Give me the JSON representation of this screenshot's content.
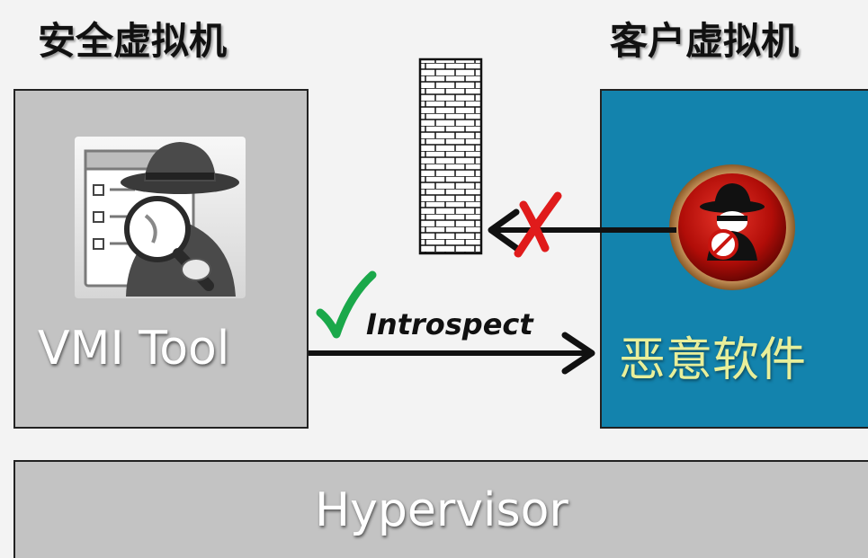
{
  "labels": {
    "security_vm_title": "安全虚拟机",
    "guest_vm_title": "客户虚拟机",
    "vmi_tool": "VMI Tool",
    "malware": "恶意软件",
    "introspect": "Introspect",
    "hypervisor": "Hypervisor"
  },
  "icons": {
    "vmi_tool_icon": "spy-with-magnifier-icon",
    "malware_icon": "spy-badge-icon",
    "firewall_icon": "brick-wall-icon",
    "check_icon": "green-check-icon",
    "cross_icon": "red-x-icon"
  },
  "colors": {
    "security_vm_bg": "#c3c3c3",
    "guest_vm_bg": "#1383ad",
    "malware_text": "#e8ef9a",
    "check": "#1aa84a",
    "cross": "#e01b1b",
    "badge_red": "#c9140e"
  }
}
